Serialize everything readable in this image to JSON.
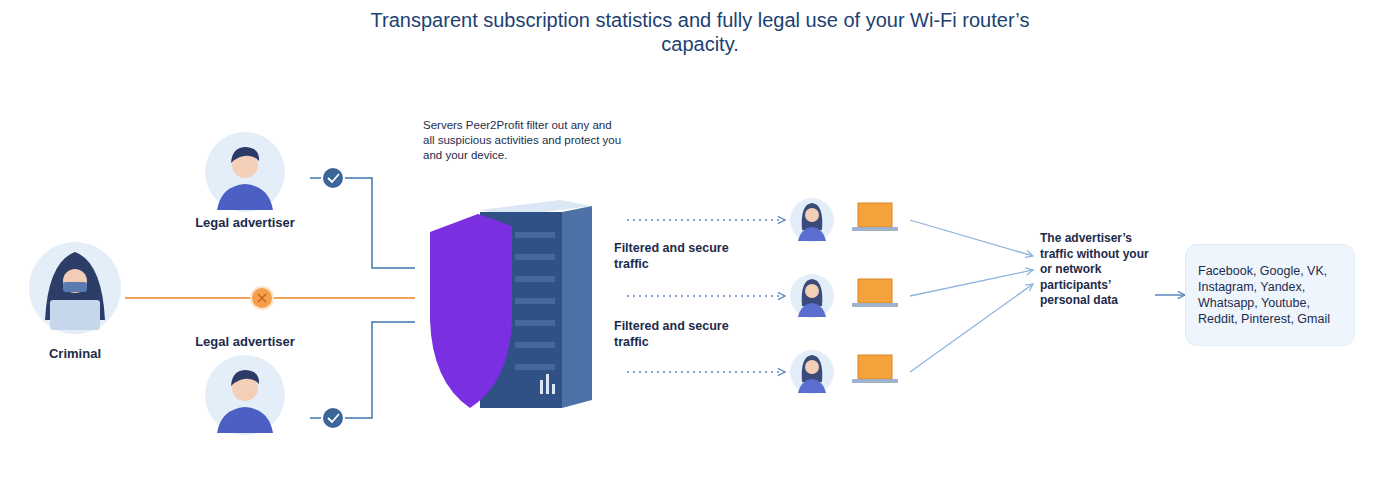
{
  "diagram": {
    "title": "Transparent subscription statistics and fully legal use of your Wi-Fi router’s capacity.",
    "nodes": [
      {
        "text": [
          "Criminal"
        ]
      },
      {
        "text": [
          "Legal advertiser"
        ]
      },
      {
        "text": [
          "Legal advertiser"
        ]
      },
      {
        "text": [
          "Servers Peer2Profit filter out any and all suspicious activities and protect you and your device."
        ]
      },
      {
        "text": []
      },
      {
        "text": []
      },
      {
        "text": []
      },
      {
        "text": [
          "The advertiser’s traffic without your or network participants’ personal data"
        ]
      },
      {
        "text": [
          "Facebook, Google, VK, Instagram, Yandex, Whatsapp, Youtube, Reddit, Pinterest, Gmail"
        ]
      }
    ],
    "edges": [
      {
        "from": 0,
        "to": 3,
        "arrow": "none"
      },
      {
        "from": 1,
        "to": 3,
        "arrow": "none"
      },
      {
        "from": 2,
        "to": 3,
        "arrow": "none"
      },
      {
        "from": 3,
        "to": 4,
        "arrow": "to"
      },
      {
        "from": 3,
        "to": 5,
        "arrow": "to"
      },
      {
        "from": 3,
        "to": 6,
        "arrow": "to"
      },
      {
        "from": 4,
        "to": 7,
        "arrow": "to"
      },
      {
        "from": 5,
        "to": 7,
        "arrow": "to"
      },
      {
        "from": 6,
        "to": 7,
        "arrow": "to"
      },
      {
        "from": 7,
        "to": 8,
        "arrow": "to"
      }
    ],
    "labels": [
      "Filtered and secure traffic",
      "Filtered and secure traffic"
    ]
  }
}
